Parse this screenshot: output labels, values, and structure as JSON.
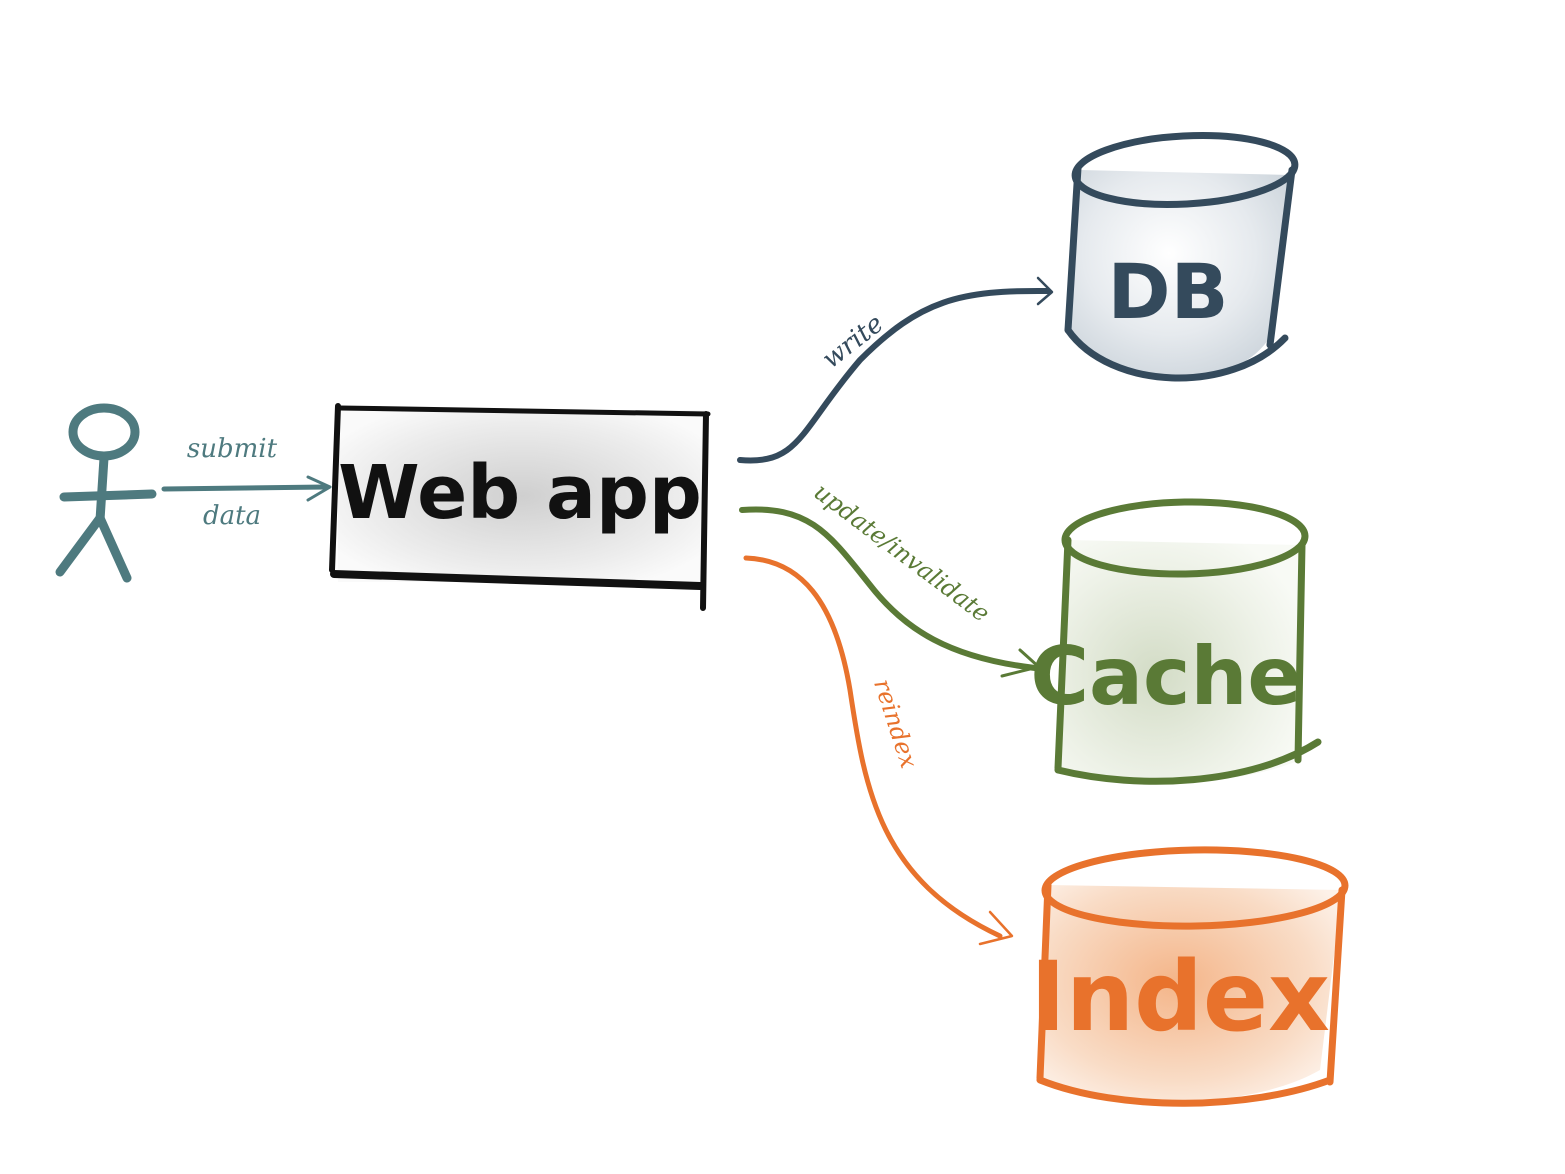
{
  "diagram": {
    "actor": {
      "color": "#4e7a7f"
    },
    "webapp": {
      "label": "Web app",
      "color": "#111111"
    },
    "edges": {
      "submit": {
        "label_top": "submit",
        "label_bottom": "data",
        "color": "#4e7a7f"
      },
      "write": {
        "label": "write",
        "color": "#344a5c"
      },
      "update": {
        "label": "update/invalidate",
        "color": "#5a7a36"
      },
      "reindex": {
        "label": "reindex",
        "color": "#e8722c"
      }
    },
    "stores": {
      "db": {
        "label": "DB",
        "color": "#344a5c",
        "fill": "#dde3e8"
      },
      "cache": {
        "label": "Cache",
        "color": "#5a7a36",
        "fill": "#e3eadb"
      },
      "index": {
        "label": "Index",
        "color": "#e8722c",
        "fill": "#f6c9a6"
      }
    }
  }
}
